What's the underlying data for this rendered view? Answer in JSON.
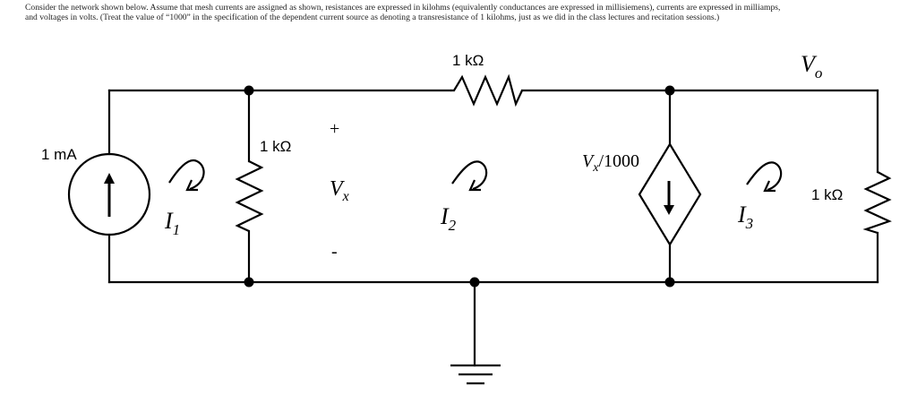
{
  "problem": {
    "line1": "Consider the network shown below.  Assume that mesh currents are assigned as shown, resistances are expressed in kilohms (equivalently conductances are expressed in millisiemens), currents are expressed in milliamps,",
    "line2": "and voltages in volts.  (Treat the value of “1000” in the specification of the dependent current source as denoting a transresistance of 1 kilohms, just as we did in the class lectures and recitation sessions.)"
  },
  "circuit": {
    "current_source": {
      "label": "1 mA",
      "direction": "up"
    },
    "resistor_shunt_left": {
      "label": "1 kΩ"
    },
    "resistor_top": {
      "label": "1 kΩ"
    },
    "resistor_load": {
      "label": "1 kΩ"
    },
    "dependent_source": {
      "label_var": "V",
      "label_sub": "x",
      "label_rest": "/1000",
      "direction": "down"
    },
    "vx": {
      "var": "V",
      "sub": "x",
      "plus": "+",
      "minus": "-"
    },
    "vo": {
      "var": "V",
      "sub": "o"
    },
    "mesh_currents": [
      {
        "var": "I",
        "sub": "1"
      },
      {
        "var": "I",
        "sub": "2"
      },
      {
        "var": "I",
        "sub": "3"
      }
    ],
    "ground": {
      "symbol": "ground-icon"
    }
  }
}
